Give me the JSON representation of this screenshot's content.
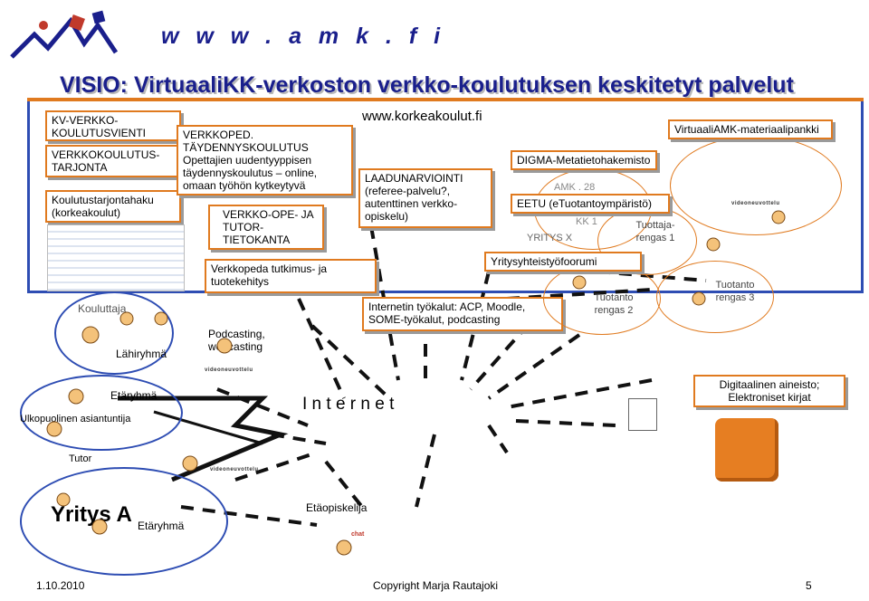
{
  "header": {
    "logo_text": "w w w . a m k . f i",
    "title": "VISIO: VirtuaaliKK-verkoston verkko-koulutuksen keskitetyt palvelut"
  },
  "left_boxes": {
    "kv": "KV-VERKKO-KOULUTUSVIENTI",
    "tarjonta": "VERKKOKOULUTUS-TARJONTA",
    "haku": "Koulutustarjontahaku (korkeakoulut)"
  },
  "center_boxes": {
    "verkkoped": "VERKKOPED. TÄYDENNYSKOULUTUS Opettajien uudentyyppisen täydennyskoulutus – online, omaan työhön kytkeytyvä",
    "tutor": "VERKKO-OPE- JA TUTOR-TIETOKANTA",
    "tutkimus": "Verkkopeda tutkimus- ja tuotekehitys",
    "url": "www.korkeakoulut.fi",
    "laadun": "LAADUNARVIOINTI (referee-palvelu?, autenttinen verkko-opiskelu)",
    "internet_tools": "Internetin työkalut: ACP, Moodle, SOME-työkalut, podcasting"
  },
  "right_boxes": {
    "pankki": "VirtuaaliAMK-materiaalipankki",
    "digma": "DIGMA-Metatietohakemisto",
    "eetu": "EETU (eTuotantoympäristö)",
    "forum": "Yritysyhteistyöfoorumi",
    "digital": "Digitaalinen aineisto; Elektroniset kirjat"
  },
  "labels": {
    "kouluttaja": "Kouluttaja",
    "lahiryhma": "Lähiryhmä",
    "podcasting": "Podcasting, webcasting",
    "etaryhma": "Etäryhmä",
    "ulkopuolinen": "Ulkopuolinen asiantuntija",
    "internet": "I n t e r n e t",
    "tutor": "Tutor",
    "yritys_a": "Yritys A",
    "etaryhma2": "Etäryhmä",
    "etaopiskelija": "Etäopiskelija",
    "chat": "chat",
    "amk28": "AMK . 28",
    "kk1": "KK 1",
    "yritys_x": "YRITYS X",
    "tuottaja": "Tuottaja-rengas 1",
    "tuotanto2": "Tuotanto rengas 2",
    "tuotanto3": "Tuotanto rengas 3",
    "videoneuvottelu": "videoneuvottelu"
  },
  "footer": {
    "date": "1.10.2010",
    "copyright": "Copyright Marja Rautajoki",
    "page": "5"
  },
  "colors": {
    "title": "#1a1f8c",
    "box_border": "#e07a1f",
    "frame": "#2e4db3"
  }
}
